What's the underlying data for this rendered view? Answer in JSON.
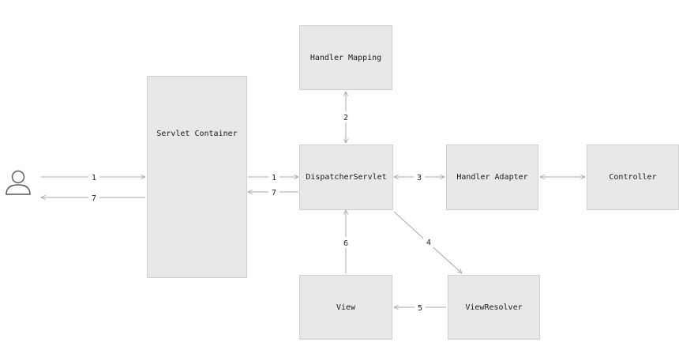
{
  "nodes": {
    "handler_mapping": "Handler Mapping",
    "servlet_container": "Servlet Container",
    "dispatcher_servlet": "DispatcherServlet",
    "handler_adapter": "Handler Adapter",
    "controller": "Controller",
    "view": "View",
    "view_resolver": "ViewResolver"
  },
  "edges": {
    "user_to_container": "1",
    "container_to_user": "7",
    "container_to_dispatcher": "1",
    "dispatcher_to_container": "7",
    "dispatcher_handler_mapping": "2",
    "dispatcher_handler_adapter": "3",
    "dispatcher_to_resolver": "4",
    "resolver_to_view": "5",
    "view_to_dispatcher": "6"
  },
  "icons": {
    "user": "user-icon"
  },
  "colors": {
    "node_fill": "#e8e8e8",
    "node_border": "#cfcfcf",
    "line": "#a8a8a8"
  }
}
